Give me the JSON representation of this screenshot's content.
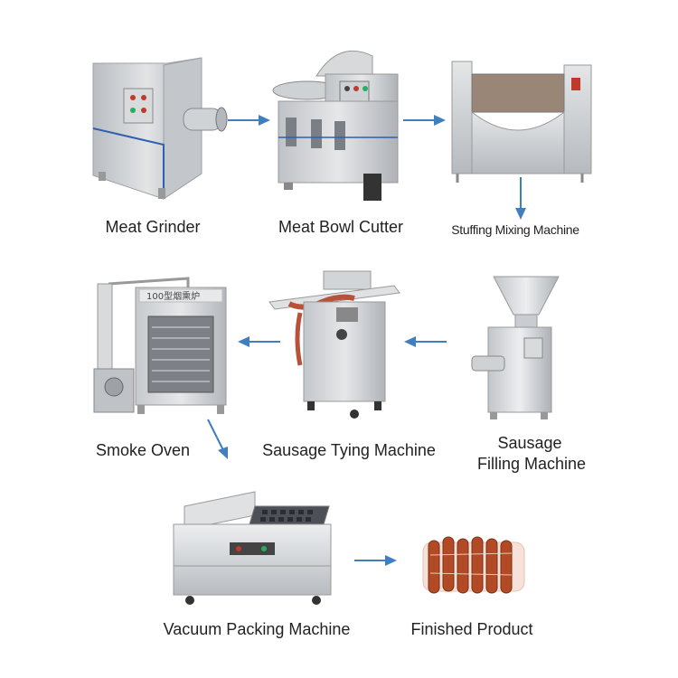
{
  "steps": [
    {
      "id": "grinder",
      "label": "Meat Grinder",
      "icon": "meat-grinder-icon"
    },
    {
      "id": "bowl_cutter",
      "label": "Meat Bowl Cutter",
      "icon": "bowl-cutter-icon"
    },
    {
      "id": "mixer",
      "label": "Stuffing Mixing Machine",
      "icon": "mixing-machine-icon"
    },
    {
      "id": "filler",
      "label_line1": "Sausage",
      "label_line2": "Filling Machine",
      "icon": "filling-machine-icon"
    },
    {
      "id": "tying",
      "label": "Sausage Tying Machine",
      "icon": "tying-machine-icon"
    },
    {
      "id": "oven",
      "label": "Smoke Oven",
      "icon": "smoke-oven-icon",
      "panel_text": "100型烟熏炉"
    },
    {
      "id": "vacuum",
      "label": "Vacuum Packing Machine",
      "icon": "vacuum-packer-icon"
    },
    {
      "id": "product",
      "label": "Finished Product",
      "icon": "sausage-product-icon"
    }
  ],
  "colors": {
    "arrow": "#3f7fc0",
    "steel": "#c9ccd0",
    "steel_dark": "#8a8f96",
    "text": "#222222"
  }
}
